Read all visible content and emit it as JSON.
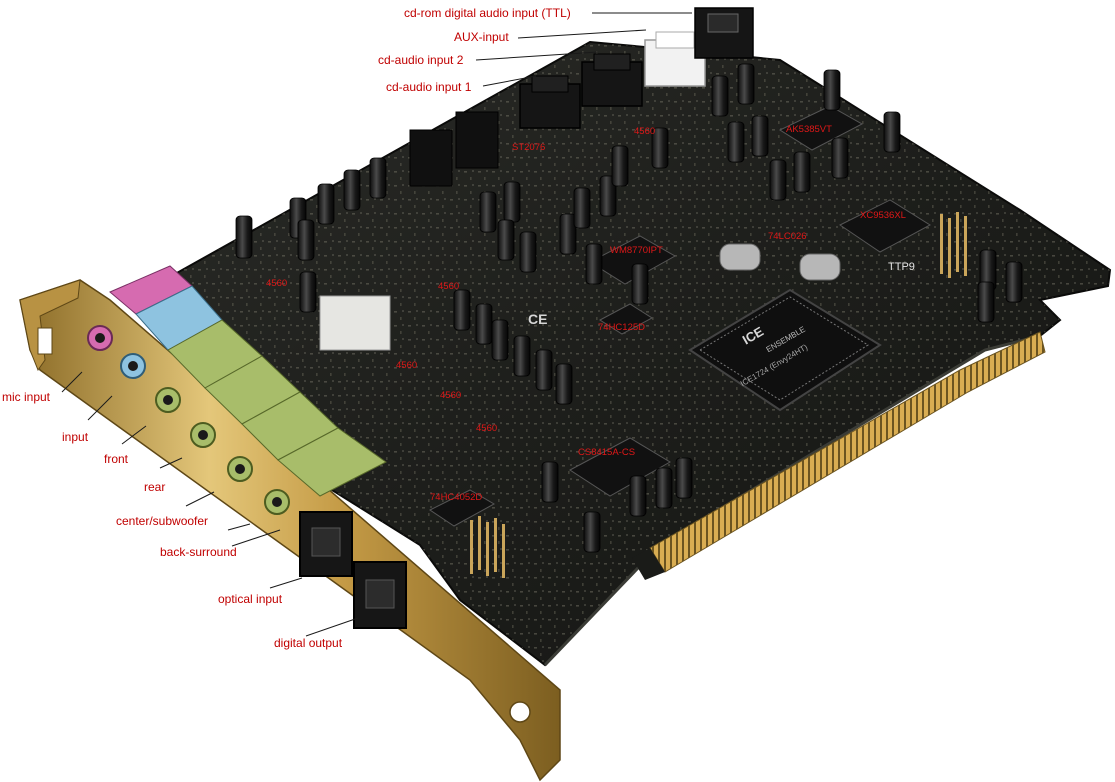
{
  "labels": {
    "cdrom_ttl": "cd-rom digital audio input (TTL)",
    "aux_input": "AUX-input",
    "cd_audio_2": "cd-audio input 2",
    "cd_audio_1": "cd-audio input 1",
    "mic_input": "mic input",
    "line_input": "input",
    "front": "front",
    "rear": "rear",
    "center_sub": "center/subwoofer",
    "back_surround": "back-surround",
    "optical_input": "optical input",
    "digital_output": "digital output"
  },
  "chips": {
    "c1": "4560",
    "c2": "4560",
    "c3": "4560",
    "c4": "ST2076",
    "c5": "4560",
    "c6": "4560",
    "c7": "WM8770IPT",
    "c8": "74HC125D",
    "c9": "AK5385VT",
    "c10": "74LC026",
    "c11": "XC9536XL",
    "c12": "CS8415A-CS",
    "c13": "74HC4052D",
    "c14": "4560"
  },
  "board_marks": {
    "chip_brand": "ICE",
    "chip_brand_small": "ENSEMBLE",
    "chip_part": "ICE1724 (Envy24HT)",
    "ttp": "TTP9",
    "ce": "CE"
  },
  "colors": {
    "label_red": "#c00000",
    "chip_red": "#e01818",
    "pcb": "#1c1d1a",
    "bracket_gold": "#c9a24a",
    "jack_pink": "#d66bb0",
    "jack_blue": "#8ec3e0",
    "jack_green": "#a8bd6a",
    "gold_fingers": "#d7a84a"
  }
}
